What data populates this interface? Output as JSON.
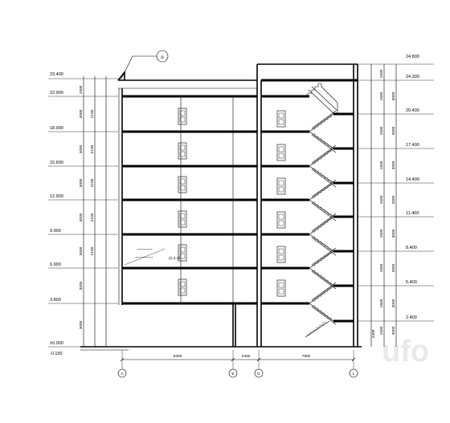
{
  "drawing": {
    "section_marker": "①",
    "note": "(2.2.3)",
    "left_elevations": [
      "23.400",
      "22.900",
      "18.900",
      "15.600",
      "12.900",
      "9.900",
      "6.900",
      "3.800",
      "±0.000",
      "-0.150"
    ],
    "right_elevations": [
      "24.800",
      "24.300",
      "20.400",
      "17.400",
      "14.400",
      "11.400",
      "8.400",
      "5.400",
      "2.400"
    ],
    "left_dims": [
      "1500",
      "3000",
      "2100",
      "3000",
      "2100",
      "3000",
      "2100",
      "3000",
      "2100",
      "3000",
      "2100",
      "3000",
      "3000"
    ],
    "right_dims": [
      "1500",
      "3000",
      "1500",
      "3000",
      "1500",
      "3000",
      "1500",
      "3000",
      "1500",
      "3000",
      "1500",
      "3000",
      "1500",
      "3000",
      "1500",
      "3000",
      "1500",
      "2400"
    ],
    "bottom_dims": [
      "9300",
      "2400",
      "7800"
    ],
    "axis_labels": [
      "A",
      "E",
      "G",
      "L"
    ],
    "watermark": "ufo"
  }
}
